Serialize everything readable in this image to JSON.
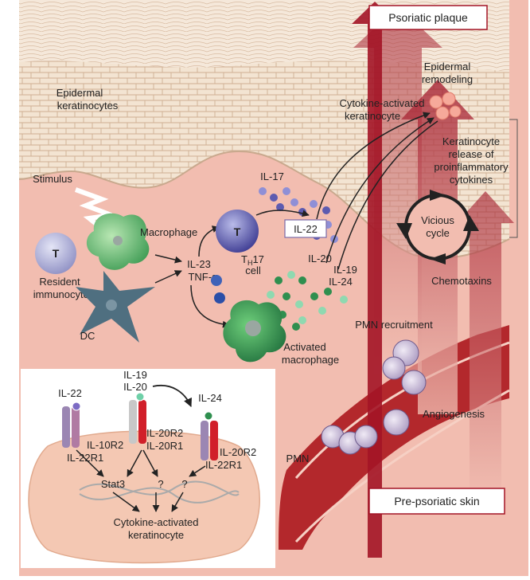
{
  "labels": {
    "psoriatic_plaque": "Psoriatic plaque",
    "epidermal_remodeling_1": "Epidermal",
    "epidermal_remodeling_2": "remodeling",
    "epidermal_keratinocytes_1": "Epidermal",
    "epidermal_keratinocytes_2": "keratinocytes",
    "cytokine_activated_keratinocyte_1": "Cytokine-activated",
    "cytokine_activated_keratinocyte_2": "keratinocyte",
    "keratinocyte_release_1": "Keratinocyte",
    "keratinocyte_release_2": "release of",
    "keratinocyte_release_3": "proinflammatory",
    "keratinocyte_release_4": "cytokines",
    "stimulus": "Stimulus",
    "macrophage": "Macrophage",
    "il17": "IL-17",
    "il22_box": "IL-22",
    "vicious_1": "Vicious",
    "vicious_2": "cycle",
    "t_cell_letter": "T",
    "th17_letter": "T",
    "th17_sub": "H",
    "th17_suffix": "17",
    "th17_cell": "cell",
    "resident_1": "Resident",
    "resident_2": "immunocytes",
    "il23": "IL-23",
    "tnf": "TNF-α",
    "il20": "IL-20",
    "il19": "IL-19",
    "il24": "IL-24",
    "chemotaxins": "Chemotaxins",
    "dc": "DC",
    "activated_mac_1": "Activated",
    "activated_mac_2": "macrophage",
    "pmn_recruitment": "PMN recruitment",
    "angiogenesis": "Angiogenesis",
    "pmn": "PMN",
    "pre_psoriatic": "Pre-psoriatic skin"
  },
  "inset": {
    "il22": "IL-22",
    "il19": "IL-19",
    "il20": "IL-20",
    "il24": "IL-24",
    "il10r2": "IL-10R2",
    "il22r1": "IL-22R1",
    "il20r2_a": "IL-20R2",
    "il20r1": "IL-20R1",
    "il20r2_b": "IL-20R2",
    "il22r1_b": "IL-22R1",
    "stat3": "Stat3",
    "q1": "?",
    "q2": "?",
    "result_1": "Cytokine-activated",
    "result_2": "keratinocyte"
  },
  "colors": {
    "dermis": "#f2bdb0",
    "epidermis": "#f3e3d0",
    "cell_outline": "#c9a98e",
    "arrow_red": "#a31426",
    "t_cell": "#5c5aa8",
    "macrophage": "#2f9a55",
    "dc": "#4f6f80",
    "vessel": "#b3282c",
    "pmn": "#8d7aa8"
  }
}
